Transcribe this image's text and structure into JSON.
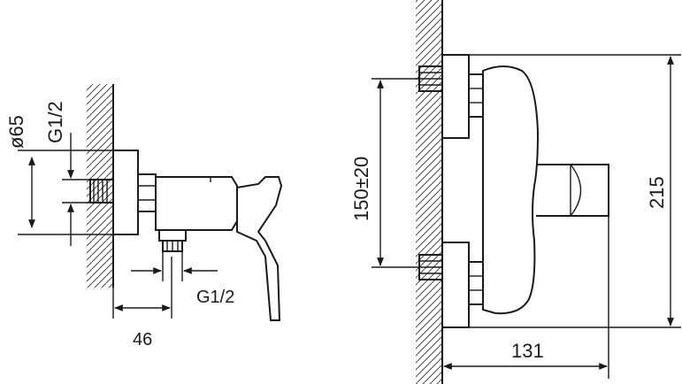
{
  "left_view": {
    "dim_diameter": "ø65",
    "dim_thread_inlet": "G1/2",
    "dim_thread_outlet": "G1/2",
    "dim_offset": "46"
  },
  "right_view": {
    "dim_spacing": "150±20",
    "dim_height": "215",
    "dim_depth": "131"
  }
}
